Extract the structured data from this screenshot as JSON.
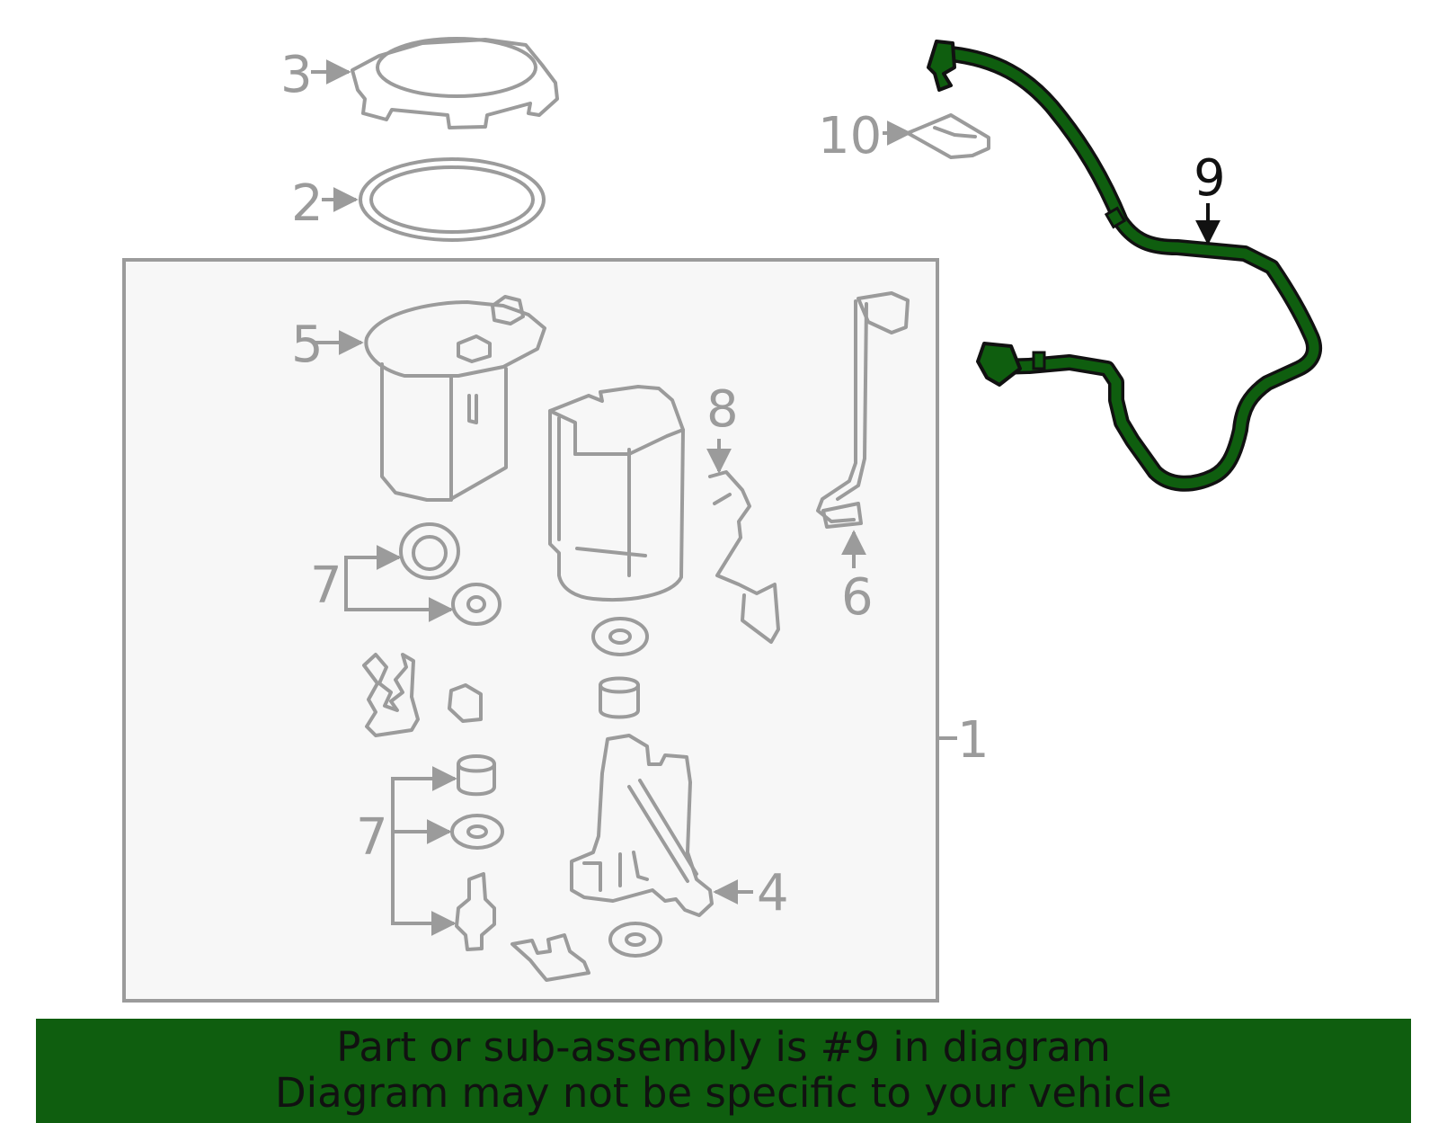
{
  "callouts": {
    "c1": "1",
    "c2": "2",
    "c3": "3",
    "c4": "4",
    "c5": "5",
    "c6": "6",
    "c7a": "7",
    "c7b": "7",
    "c8": "8",
    "c9": "9",
    "c10": "10"
  },
  "highlight_color": "#0f5e0f",
  "banner": {
    "line1": "Part or sub-assembly is #9 in diagram",
    "line2": "Diagram may not be specific to your vehicle"
  }
}
